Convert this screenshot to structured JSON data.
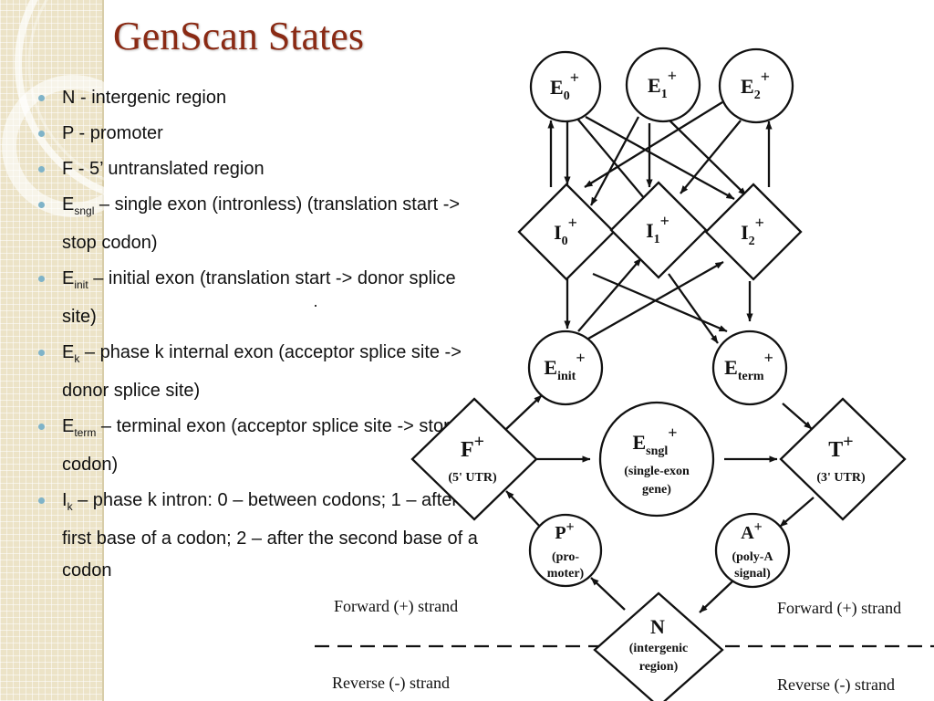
{
  "slide": {
    "title": "GenScan States",
    "bullets": [
      {
        "main": "N - intergenic region",
        "sub": "",
        "rest": ""
      },
      {
        "main": "P - promoter",
        "sub": "",
        "rest": ""
      },
      {
        "main": "F - 5’ untranslated region",
        "sub": "",
        "rest": ""
      },
      {
        "main": "E",
        "sub": "sngl",
        "rest": " – single exon (intronless) (translation start -> stop codon)"
      },
      {
        "main": "E",
        "sub": "init",
        "rest": " – initial exon (translation start -> donor splice site)"
      },
      {
        "main": "E",
        "sub": "k",
        "rest": " – phase k internal exon (acceptor splice site -> donor splice site)"
      },
      {
        "main": "E",
        "sub": "term",
        "rest": " – terminal exon (acceptor splice site -> stop codon)"
      },
      {
        "main": "I",
        "sub": "k",
        "rest": " – phase k intron: 0 – between codons; 1 – after the first base of a codon; 2 – after the second base of a codon"
      }
    ]
  },
  "diagram": {
    "nodes": {
      "E0": {
        "base": "E",
        "sub": "0",
        "sup": "+"
      },
      "E1": {
        "base": "E",
        "sub": "1",
        "sup": "+"
      },
      "E2": {
        "base": "E",
        "sub": "2",
        "sup": "+"
      },
      "I0": {
        "base": "I",
        "sub": "0",
        "sup": "+"
      },
      "I1": {
        "base": "I",
        "sub": "1",
        "sup": "+"
      },
      "I2": {
        "base": "I",
        "sub": "2",
        "sup": "+"
      },
      "Einit": {
        "base": "E",
        "sub": "init",
        "sup": "+"
      },
      "Eterm": {
        "base": "E",
        "sub": "term",
        "sup": "+"
      },
      "F": {
        "base": "F",
        "sup": "+",
        "line1": "(5' UTR)"
      },
      "Esngl": {
        "base": "E",
        "sub": "sngl",
        "sup": "+",
        "line1": "(single-exon",
        "line2": "gene)"
      },
      "T": {
        "base": "T",
        "sup": "+",
        "line1": "(3' UTR)"
      },
      "P": {
        "base": "P",
        "sup": "+",
        "line1": "(pro-",
        "line2": "moter)"
      },
      "A": {
        "base": "A",
        "sup": "+",
        "line1": "(poly-A",
        "line2": "signal)"
      },
      "N": {
        "base": "N",
        "line1": "(intergenic",
        "line2": "region)"
      }
    },
    "strand_labels": {
      "forward_left": "Forward (+) strand",
      "forward_right": "Forward (+) strand",
      "reverse_left": "Reverse (-) strand",
      "reverse_right": "Reverse (-) strand"
    }
  }
}
